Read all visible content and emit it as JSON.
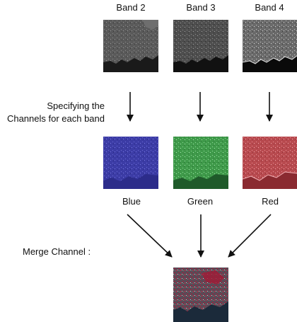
{
  "bands": [
    {
      "name": "Band 2",
      "channel": "Blue",
      "tint": "#3c3ca6"
    },
    {
      "name": "Band 3",
      "channel": "Green",
      "tint": "#3f9a4a"
    },
    {
      "name": "Band 4",
      "channel": "Red",
      "tint": "#b84a4f"
    }
  ],
  "labels": {
    "specify_line1": "Specifying the",
    "specify_line2": "Channels for each band",
    "merge": "Merge Channel :"
  },
  "colors": {
    "sea_band2": "#1a1a1a",
    "sea_band3": "#111111",
    "sea_band4": "#0a0a0a",
    "merge_sea": "#1b2a3a",
    "merge_red": "#b01a3a"
  }
}
